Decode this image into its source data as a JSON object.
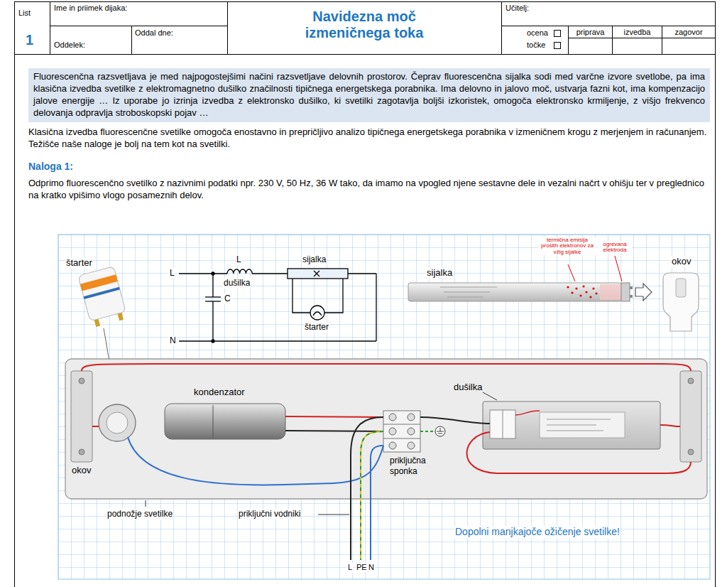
{
  "diagram": {
    "title": "Navidezna moč izmeničnega toka",
    "nodes": [
      {
        "text": [
          "Fluorescenčna razsvetljava je med najpogostejšimi načini razsvetljave delovnih prostorov. Čeprav fluorescenčna sijalka sodi med varčne izvore svetlobe, pa ima klasična izvedba svetilke z elektromagnetno dušilko značilnosti tipičnega energetskega porabnika. Ima delovno in jalovo moč, ustvarja fazni kot, ima kompenzacijo jalove energije … Iz uporabe jo izrinja izvedba z elektronsko dušilko, ki svetilki zagotavlja boljši izkoristek, omogoča elektronsko krmiljenje, z višjo frekvenco delovanja odpravlja stroboskopski pojav …"
        ]
      }
    ],
    "labels": [
      "List",
      "1",
      "Ime in priimek dijaka:",
      "Oddelek:",
      "Oddal dne:",
      "Učitelj:",
      "ocena",
      "točke",
      "priprava",
      "izvedba",
      "zagovor",
      "Klasična izvedba fluorescenčne svetilke omogoča enostavno in prepričljivo analizo tipičnega energetskega porabnika v izmeničnem krogu z merjenjem in računanjem. Težišče naše naloge je bolj na tem kot na svetilki.",
      "Naloga 1:",
      "Odprimo fluorescenčno svetilko z nazivnimi podatki npr. 230 V, 50 Hz, 36 W tako, da imamo na vpogled njene sestavne dele in vezalni načrt v ohišju ter v preglednico na kratko vpišimo vlogo posameznih delov.",
      "štarter",
      "L",
      "N",
      "L",
      "dušilka",
      "sijalka",
      "C",
      "štarter",
      "sijalka",
      "termična emisija prostih elektronov za vžig sijalke",
      "ogrevana elektroda",
      "okov",
      "kondenzator",
      "dušilka",
      "okov",
      "priključna sponka",
      "podnožje svetilke",
      "priključni vodniki",
      "L",
      "PE",
      "N",
      "Dopolni manjkajoče ožičenje svetilke!"
    ]
  }
}
